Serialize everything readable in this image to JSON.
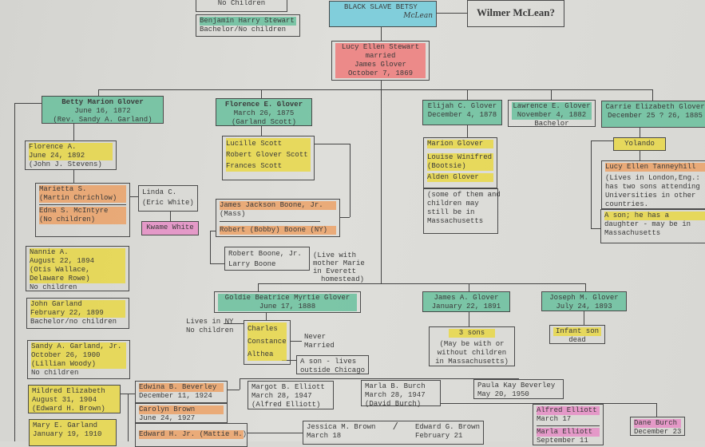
{
  "top": {
    "no_children": "No Children",
    "benjamin": [
      "Benjamin Harry Stewart",
      "Bachelor/No children"
    ],
    "betsy": "BLACK SLAVE BETSY",
    "betsy_sign": "McLean",
    "wilmer": "Wilmer McLean?",
    "lucy": [
      "Lucy Ellen Stewart",
      "married",
      "James Glover",
      "October 7, 1869"
    ]
  },
  "children": {
    "betty": [
      "Betty Marion Glover",
      "June 16, 1872",
      "(Rev. Sandy A. Garland)"
    ],
    "florence_e": [
      "Florence E. Glover",
      "March 26, 1875",
      "(Garland Scott)"
    ],
    "elijah": [
      "Elijah C. Glover",
      "December 4, 1878"
    ],
    "lawrence": [
      "Lawrence E. Glover",
      "November 4, 1882",
      "Bachelor"
    ],
    "carrie": [
      "Carrie Elizabeth Glover",
      "December 25 ? 26, 1885"
    ],
    "goldie": [
      "Goldie Beatrice Myrtie Glover",
      "June 17, 1888"
    ],
    "james_a": [
      "James A. Glover",
      "January 22, 1891"
    ],
    "joseph": [
      "Joseph M. Glover",
      "July 24, 1893"
    ]
  },
  "garland": {
    "florence_a": [
      "Florence A.",
      "June 24, 1892",
      "(John J. Stevens)"
    ],
    "marietta": [
      "Marietta S.",
      "(Martin Chrichlow)"
    ],
    "edna": [
      "Edna S. McIntyre",
      "(No children)"
    ],
    "linda": [
      "Linda C.",
      "(Eric White)"
    ],
    "kwame": "Kwame White",
    "nannie": [
      "Nannie A.",
      "August 22, 1894",
      "(Otis Wallace,",
      "Delaware Rowe)",
      "No children"
    ],
    "john": [
      "John Garland",
      "February 22, 1899",
      "Bachelor/no children"
    ],
    "sandy": [
      "Sandy A. Garland, Jr.",
      "October 26, 1900",
      "(Lillian Woody)",
      "No children"
    ],
    "mildred": [
      "Mildred Elizabeth",
      "August 31, 1904",
      "(Edward H. Brown)"
    ],
    "mary": [
      "Mary E. Garland",
      "January 19, 1910"
    ]
  },
  "scott": {
    "lucille": "Lucille Scott",
    "robert": "Robert Glover Scott",
    "frances": "Frances Scott",
    "james_boone": [
      "James Jackson Boone, Jr.",
      "(Mass)"
    ],
    "bobby": "Robert (Bobby) Boone (NY)",
    "robert_jr": "Robert Boone, Jr.",
    "larry": "Larry Boone",
    "live_note": [
      "(Live with",
      "mother Marie",
      "in Everett",
      "homestead)"
    ]
  },
  "elijah_kids": {
    "names": [
      "Marion Glover",
      "Louise Winifred",
      "(Bootsie)",
      "Alden Glover"
    ],
    "note": [
      "(some of them and",
      "children may",
      "still be in",
      "Massachusetts"
    ]
  },
  "carrie_kids": {
    "yolando": "Yolando",
    "lucy_t": "Lucy Ellen Tanneyhill",
    "lucy_note": [
      "(Lives in London,Eng.:",
      "has two sons attending",
      "Universities in other",
      "countries."
    ],
    "son": [
      "A son; he has a",
      "daughter - may be in",
      "Massachusetts"
    ]
  },
  "goldie_kids": {
    "lives": [
      "Lives in NY",
      "No children"
    ],
    "names": [
      "Charles",
      "Constance",
      "Althea"
    ],
    "never": [
      "Never",
      "Married"
    ],
    "son": [
      "A son - lives",
      "outside Chicago"
    ]
  },
  "james_kids": [
    "3 sons",
    "(May be with or",
    "without children",
    "in Massachusetts)"
  ],
  "joseph_kids": [
    "Infant son",
    "dead"
  ],
  "brown": {
    "edwina": [
      "Edwina B. Beverley",
      "December 11, 1924"
    ],
    "carolyn": [
      "Carolyn Brown",
      "June 24, 1927"
    ],
    "edward": "Edward H. Jr. (Mattie H.)",
    "margot": [
      "Margot B. Elliott",
      "March 28, 1947",
      "(Alfred Elliott)"
    ],
    "marla": [
      "Marla B. Burch",
      "March 28, 1947",
      "(David Burch)"
    ],
    "paula": [
      "Paula Kay Beverley",
      "May 20, 1950"
    ],
    "jessica": [
      "Jessica M. Brown",
      "March 18"
    ],
    "edward_g": [
      "Edward G. Brown",
      "February 21"
    ],
    "alfred": [
      "Alfred Elliott",
      "March 17"
    ],
    "marla_e": [
      "Marla Elliott",
      "September 11"
    ],
    "dane": [
      "Dane Burch",
      "December 23"
    ]
  }
}
